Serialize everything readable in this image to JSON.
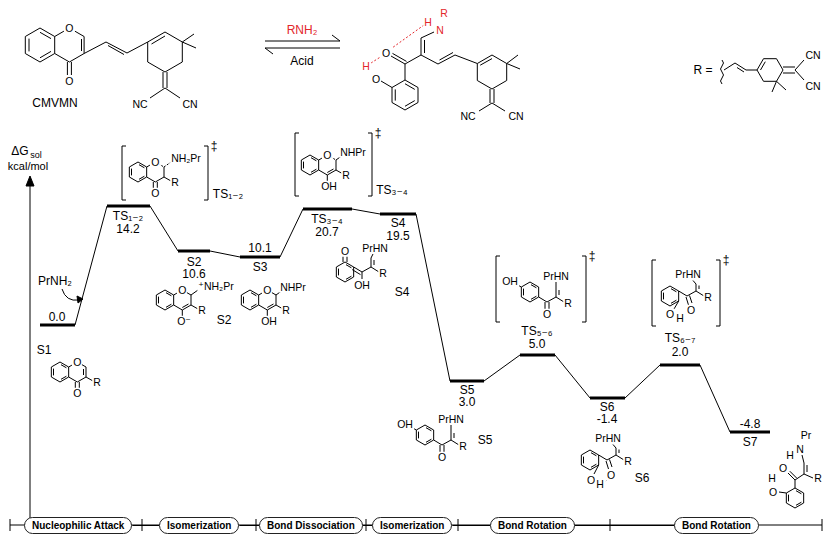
{
  "diagram": {
    "nodes": [
      {
        "text": [
          "Nucleophilic Attack"
        ]
      },
      {
        "text": [
          "Isomerization"
        ]
      },
      {
        "text": [
          "Bond Dissociation"
        ]
      },
      {
        "text": [
          "Isomerization"
        ]
      },
      {
        "text": [
          "Bond Rotation"
        ]
      },
      {
        "text": [
          "Bond Rotation"
        ]
      }
    ],
    "edges": [
      {
        "from": 0,
        "to": 1,
        "arrow": "none"
      },
      {
        "from": 1,
        "to": 2,
        "arrow": "none"
      },
      {
        "from": 2,
        "to": 3,
        "arrow": "none"
      },
      {
        "from": 3,
        "to": 4,
        "arrow": "none"
      },
      {
        "from": 4,
        "to": 5,
        "arrow": "none"
      }
    ],
    "labels": [
      "O",
      "O",
      "CMVMN",
      "NC",
      "CN",
      "RNH₂",
      "Acid",
      "R",
      "H",
      "N",
      "O",
      "H",
      "O",
      "NC",
      "CN",
      "R =",
      "CN",
      "CN",
      "ΔG",
      "sol",
      "kcal/mol",
      "0.0",
      "S1",
      "O",
      "O",
      "R",
      "PrNH₂",
      "‡",
      "O",
      "NH₂Pr",
      "R",
      "O",
      "TS₁₋₂",
      "TS₁₋₂",
      "14.2",
      "S2",
      "10.6",
      "O",
      "⁺NH₂Pr",
      "R",
      "O⁻",
      "S2",
      "10.1",
      "S3",
      "O",
      "NHPr",
      "R",
      "OH",
      "‡",
      "O",
      "NHPr",
      "R",
      "OH",
      "TS₃₋₄",
      "TS₃₋₄",
      "20.7",
      "S4",
      "19.5",
      "O",
      "PrHN",
      "OH",
      "R",
      "S4",
      "S5",
      "3.0",
      "OH",
      "PrHN",
      "O",
      "R",
      "S5",
      "‡",
      "OH",
      "PrHN",
      "O",
      "R",
      "TS₅₋₆",
      "5.0",
      "S6",
      "-1.4",
      "PrHN",
      "R",
      "O",
      "H",
      "O",
      "S6",
      "‡",
      "PrHN",
      "R",
      "O",
      "H",
      "O",
      "TS₆₋₇",
      "2.0",
      "-4.8",
      "S7",
      "Pr",
      "N",
      "H",
      "O",
      "R",
      "H",
      "O"
    ]
  }
}
